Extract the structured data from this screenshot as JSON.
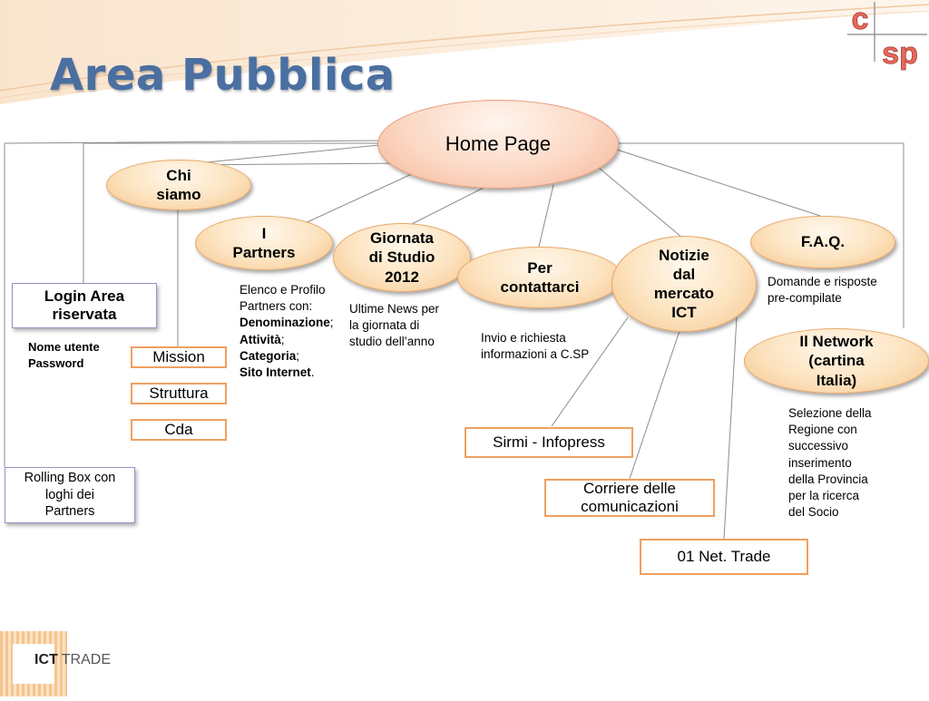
{
  "title": "Area Pubblica",
  "logo": {
    "top": "c",
    "bottom": "sp"
  },
  "brand": {
    "ict": "ICT",
    "trade": "TRADE"
  },
  "home": "Home Page",
  "nodes": {
    "chi_siamo": [
      "Chi",
      "siamo"
    ],
    "partners": [
      "I",
      "Partners"
    ],
    "giornata": [
      "Giornata",
      "di Studio",
      "2012"
    ],
    "contattarci": [
      "Per",
      "contattarci"
    ],
    "notizie": [
      "Notizie",
      "dal",
      "mercato",
      "ICT"
    ],
    "faq": "F.A.Q.",
    "network": [
      "Il Network",
      "(cartina",
      "Italia)"
    ]
  },
  "login": {
    "label": [
      "Login Area",
      "riservata"
    ],
    "note": [
      "Nome utente",
      "Password"
    ]
  },
  "rolling_box": [
    "Rolling Box con",
    "loghi dei",
    "Partners"
  ],
  "chi_siamo_items": [
    "Mission",
    "Struttura",
    "Cda"
  ],
  "partners_note": {
    "line1": "Elenco e Profilo",
    "line2": "Partners con:",
    "l3": "Denominazione",
    "l3s": ";",
    "l4": "Attività",
    "l4s": ";",
    "l5": "Categoria",
    "l5s": ";",
    "l6": "Sito Internet",
    "l6s": "."
  },
  "giornata_note": [
    "Ultime News per",
    "la giornata di",
    "studio dell’anno"
  ],
  "contattarci_note": [
    "Invio e richiesta",
    "informazioni a C.SP"
  ],
  "faq_note": [
    "Domande e risposte",
    "pre-compilate"
  ],
  "network_note": [
    "Selezione della",
    "Regione con",
    "successivo",
    "inserimento",
    "della Provincia",
    "per la ricerca",
    "del Socio"
  ],
  "news_sources": [
    "Sirmi - Infopress",
    "Corriere delle comunicazioni",
    "01 Net. Trade"
  ]
}
